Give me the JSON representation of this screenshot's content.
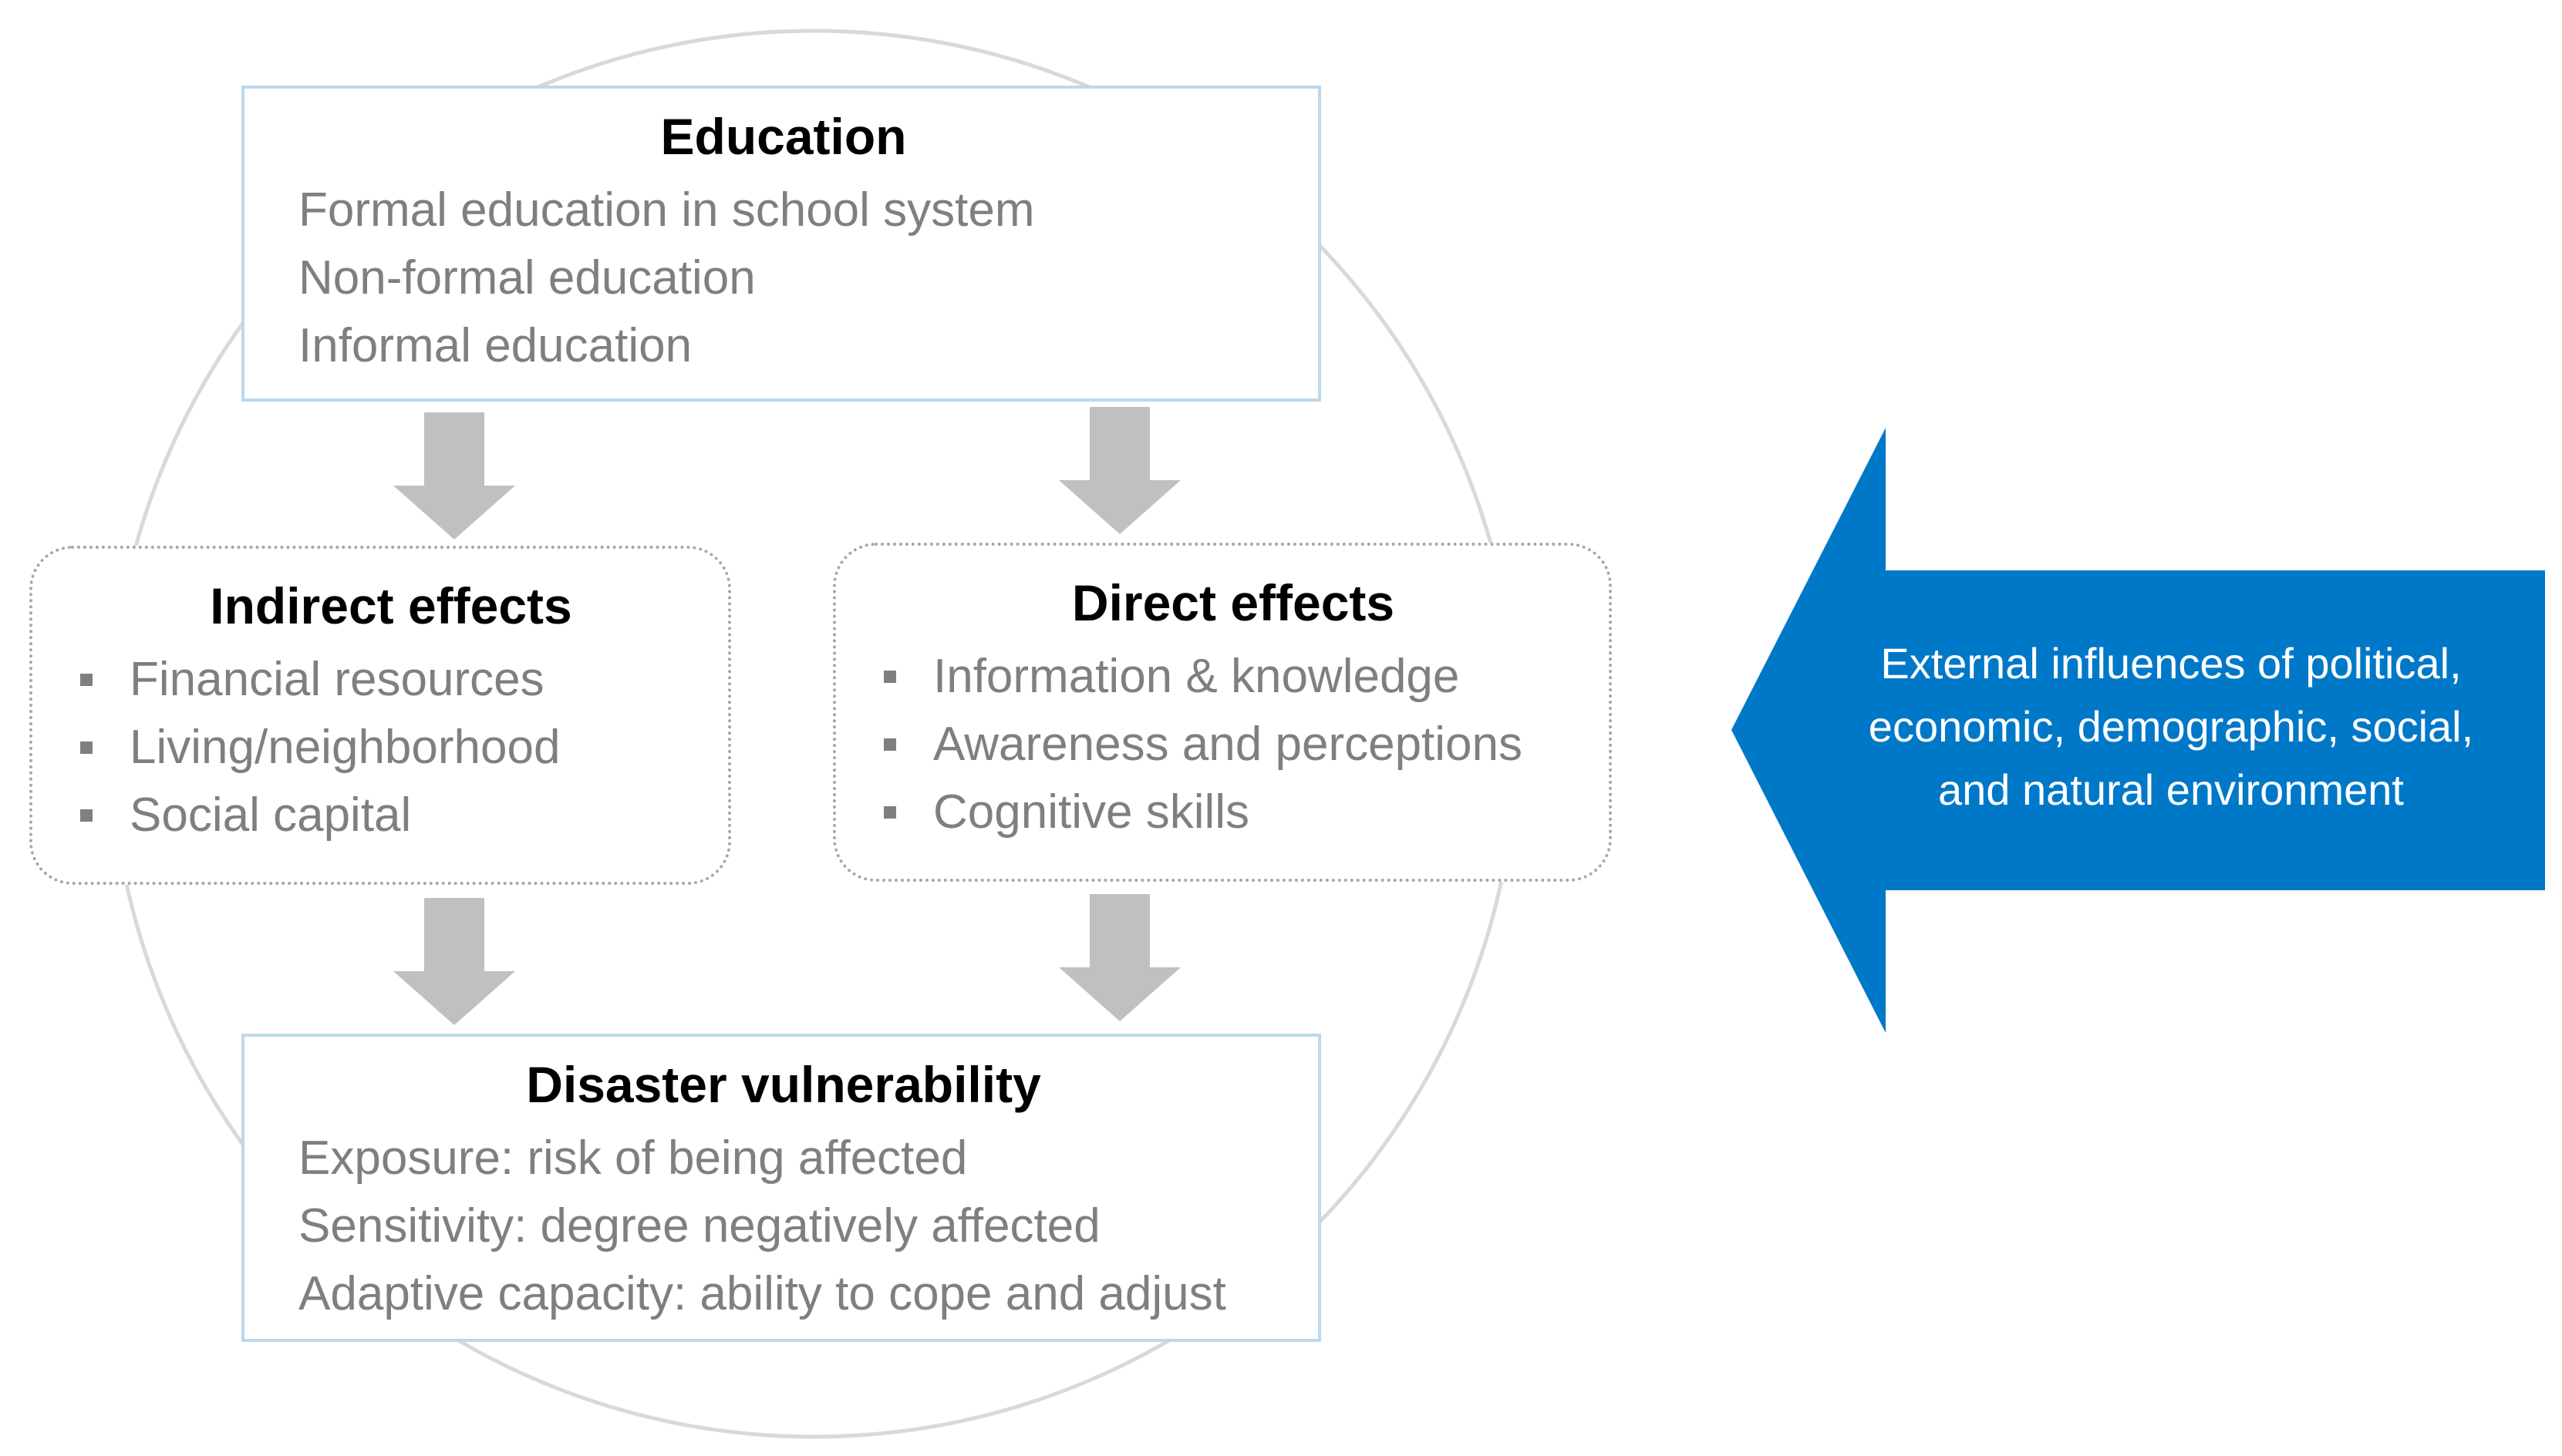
{
  "colors": {
    "accent_blue": "#0078c8",
    "arrow_gray": "#c0c0c0",
    "box_border": "#bcd8ec",
    "circle_stroke": "#d9d9d9",
    "text_gray": "#7f7f7f"
  },
  "education": {
    "title": "Education",
    "items": [
      "Formal education in school system",
      "Non-formal education",
      "Informal education"
    ]
  },
  "indirect_effects": {
    "title": "Indirect effects",
    "items": [
      "Financial resources",
      "Living/neighborhood",
      "Social capital"
    ]
  },
  "direct_effects": {
    "title": "Direct effects",
    "items": [
      "Information & knowledge",
      "Awareness and perceptions",
      "Cognitive skills"
    ]
  },
  "disaster_vulnerability": {
    "title": "Disaster vulnerability",
    "items": [
      "Exposure: risk of being affected",
      "Sensitivity: degree negatively affected",
      "Adaptive capacity: ability to cope and adjust"
    ]
  },
  "external_influences": {
    "lines": [
      "External influences of political,",
      "economic, demographic, social,",
      "and natural environment"
    ]
  }
}
